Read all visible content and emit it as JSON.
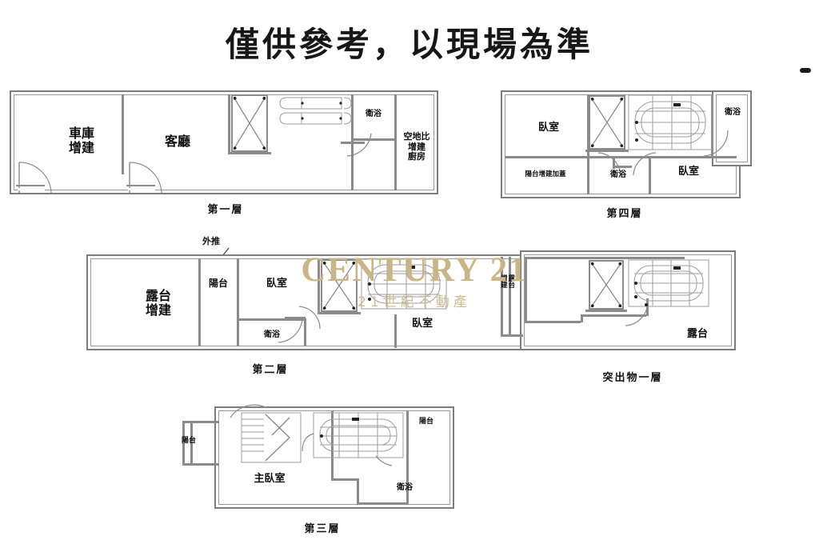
{
  "title": {
    "text": "僅供參考，以現場為準"
  },
  "watermark": {
    "main": "CENTURY 21",
    "sub": "21世紀不動產",
    "color": "#c9b688"
  },
  "plans": [
    {
      "id": "floor-1",
      "caption": "第一層",
      "rooms": [
        {
          "name": "garage",
          "label": "車庫\n增建"
        },
        {
          "name": "living-room",
          "label": "客廳"
        },
        {
          "name": "bathroom",
          "label": "衛浴"
        },
        {
          "name": "kitchen-extension",
          "label": "空地比\n增建\n廚房"
        }
      ]
    },
    {
      "id": "floor-4",
      "caption": "第四層",
      "rooms": [
        {
          "name": "bedroom-left",
          "label": "臥室"
        },
        {
          "name": "bedroom-right",
          "label": "臥室"
        },
        {
          "name": "bathroom-top-right",
          "label": "衛浴"
        },
        {
          "name": "bathroom-bottom",
          "label": "衛浴"
        },
        {
          "name": "balcony-extension",
          "label": "陽台增建加蓋"
        }
      ]
    },
    {
      "id": "floor-2",
      "caption": "第二層",
      "annotation": "外推",
      "rooms": [
        {
          "name": "terrace-extension",
          "label": "露台\n增建"
        },
        {
          "name": "balcony",
          "label": "陽台"
        },
        {
          "name": "bedroom-upper",
          "label": "臥室"
        },
        {
          "name": "bedroom-lower",
          "label": "臥室"
        },
        {
          "name": "bathroom",
          "label": "衛浴"
        }
      ]
    },
    {
      "id": "protrusion-1",
      "caption": "突出物一層",
      "rooms": [
        {
          "name": "terrace-extension",
          "label": "露台\n增建"
        },
        {
          "name": "terrace",
          "label": "露台"
        }
      ]
    },
    {
      "id": "floor-3",
      "caption": "第三層",
      "rooms": [
        {
          "name": "balcony-left",
          "label": "陽台"
        },
        {
          "name": "master-bedroom",
          "label": "主臥室"
        },
        {
          "name": "balcony-right",
          "label": "陽台"
        },
        {
          "name": "bathroom",
          "label": "衛浴"
        }
      ]
    }
  ]
}
